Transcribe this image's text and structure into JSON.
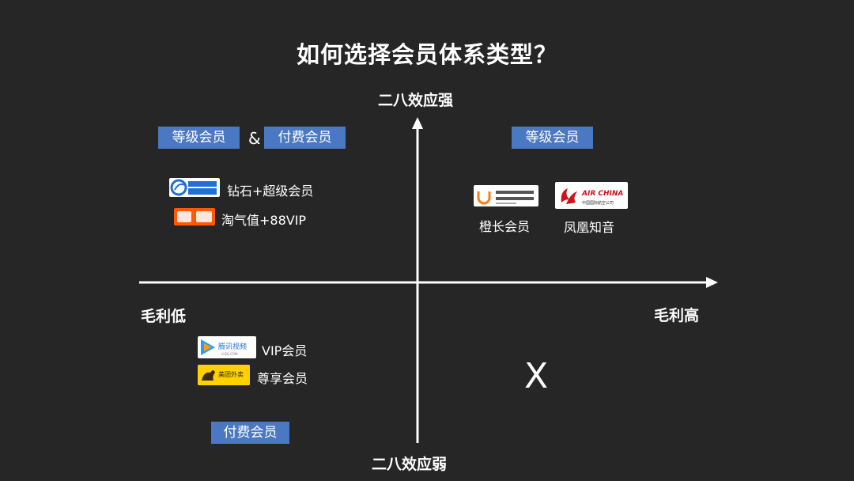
{
  "title": "如何选择会员体系类型？",
  "axes": {
    "top": "二八效应强",
    "bottom": "二八效应弱",
    "left": "毛利低",
    "right": "毛利高"
  },
  "top_left": {
    "tags": [
      "等级会员",
      "付费会员"
    ],
    "connector": "&",
    "brands": [
      {
        "logo": "Ctrip 携程",
        "logo_icon": "ctrip-logo-icon",
        "program": "钻石+超级会员"
      },
      {
        "logo": "淘宝",
        "logo_icon": "taobao-logo-icon",
        "program": "淘气值+88VIP"
      }
    ]
  },
  "top_right": {
    "tag": "等级会员",
    "brands": [
      {
        "logo": "滴滴出行",
        "logo_icon": "didi-logo-icon",
        "program": "橙长会员"
      },
      {
        "logo": "AIR CHINA",
        "logo_sub": "中国国际航空公司",
        "logo_icon": "air-china-logo-icon",
        "program": "凤凰知音"
      }
    ]
  },
  "bottom_left": {
    "tag": "付费会员",
    "brands": [
      {
        "logo": "腾讯视频",
        "logo_sub": "V.QQ.COM",
        "logo_icon": "tencent-video-logo-icon",
        "program": "VIP会员"
      },
      {
        "logo": "美团外卖",
        "logo_icon": "meituan-waimai-logo-icon",
        "program": "尊享会员"
      }
    ]
  },
  "bottom_right": {
    "mark": "X"
  },
  "colors": {
    "background": "#262626",
    "tag": "#4a78c2",
    "axis": "#ffffff"
  }
}
